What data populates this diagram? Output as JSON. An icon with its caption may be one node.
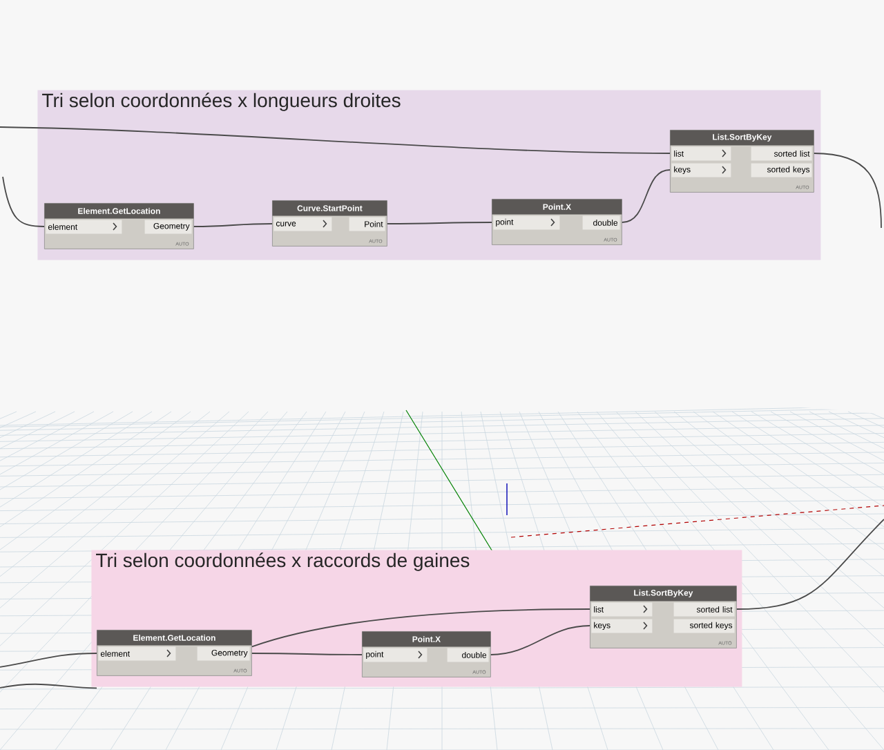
{
  "diagram": {
    "nodes": [
      {
        "text": [
          "Tri selon coordonnées x longueurs droites"
        ]
      },
      {
        "text": [
          "Element.GetLocation",
          "element",
          "Geometry",
          "AUTO"
        ],
        "in": 0
      },
      {
        "text": [
          "Curve.StartPoint",
          "curve",
          "Point",
          "AUTO"
        ],
        "in": 0
      },
      {
        "text": [
          "Point.X",
          "point",
          "double",
          "AUTO"
        ],
        "in": 0
      },
      {
        "text": [
          "List.SortByKey",
          "list",
          "sorted list",
          "keys",
          "sorted keys",
          "AUTO"
        ],
        "in": 0
      },
      {
        "text": [
          "Tri selon coordonnées x raccords de gaines"
        ]
      },
      {
        "text": [
          "Element.GetLocation",
          "element",
          "Geometry",
          "AUTO"
        ],
        "in": 5
      },
      {
        "text": [
          "Point.X",
          "point",
          "double",
          "AUTO"
        ],
        "in": 5
      },
      {
        "text": [
          "List.SortByKey",
          "list",
          "sorted list",
          "keys",
          "sorted keys",
          "AUTO"
        ],
        "in": 5
      }
    ],
    "edges": [
      {
        "from": null,
        "to": 4,
        "arrow": "none"
      },
      {
        "from": null,
        "to": 1,
        "arrow": "none"
      },
      {
        "from": 1,
        "to": 2,
        "arrow": "none"
      },
      {
        "from": 2,
        "to": 3,
        "arrow": "none"
      },
      {
        "from": 3,
        "to": 4,
        "arrow": "none"
      },
      {
        "from": 4,
        "to": null,
        "arrow": "none"
      },
      {
        "from": null,
        "to": 6,
        "arrow": "none"
      },
      {
        "from": null,
        "to": 6,
        "arrow": "none"
      },
      {
        "from": 6,
        "to": 8,
        "arrow": "none"
      },
      {
        "from": 6,
        "to": 7,
        "arrow": "none"
      },
      {
        "from": 7,
        "to": 8,
        "arrow": "none"
      },
      {
        "from": 8,
        "to": null,
        "arrow": "none"
      }
    ]
  }
}
